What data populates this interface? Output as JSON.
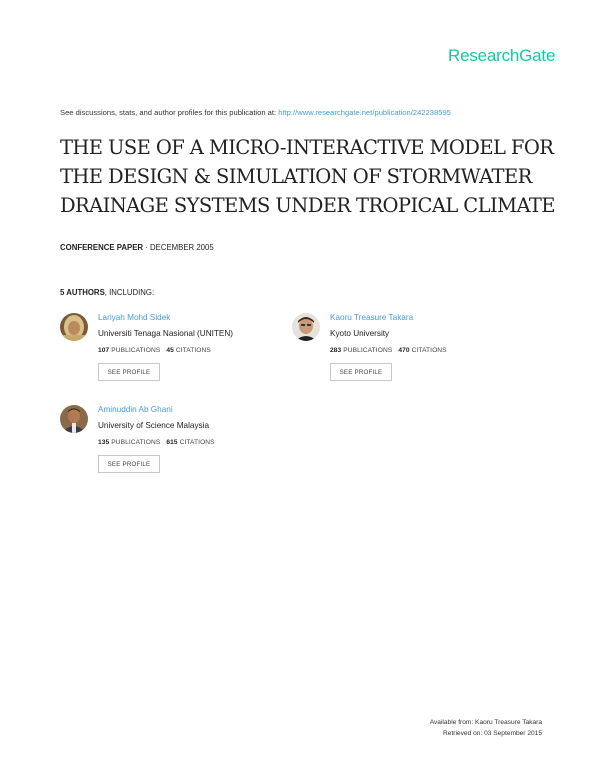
{
  "header": {
    "brand": "ResearchGate",
    "see_text": "See discussions, stats, and author profiles for this publication at: ",
    "see_url": "http://www.researchgate.net/publication/242238595"
  },
  "publication": {
    "title": "THE USE OF A MICRO-INTERACTIVE MODEL FOR THE DESIGN & SIMULATION OF STORMWATER DRAINAGE SYSTEMS UNDER TROPICAL CLIMATE",
    "type": "CONFERENCE PAPER",
    "separator": " · ",
    "date": "DECEMBER 2005"
  },
  "authors_header": {
    "count": "5 AUTHORS",
    "suffix": ", INCLUDING:"
  },
  "authors": [
    {
      "name": "Lariyah Mohd Sidek",
      "institution": "Universiti Tenaga Nasional (UNITEN)",
      "publications": "107",
      "publications_label": "PUBLICATIONS",
      "citations": "45",
      "citations_label": "CITATIONS",
      "button": "SEE PROFILE"
    },
    {
      "name": "Kaoru Treasure Takara",
      "institution": "Kyoto University",
      "publications": "283",
      "publications_label": "PUBLICATIONS",
      "citations": "470",
      "citations_label": "CITATIONS",
      "button": "SEE PROFILE"
    },
    {
      "name": "Aminuddin Ab Ghani",
      "institution": "University of Science Malaysia",
      "publications": "135",
      "publications_label": "PUBLICATIONS",
      "citations": "615",
      "citations_label": "CITATIONS",
      "button": "SEE PROFILE"
    }
  ],
  "footer": {
    "available": "Available from: Kaoru Treasure Takara",
    "retrieved": "Retrieved on: 03 September 2015"
  },
  "colors": {
    "brand": "#16c7a3",
    "link": "#4a9ad6"
  }
}
